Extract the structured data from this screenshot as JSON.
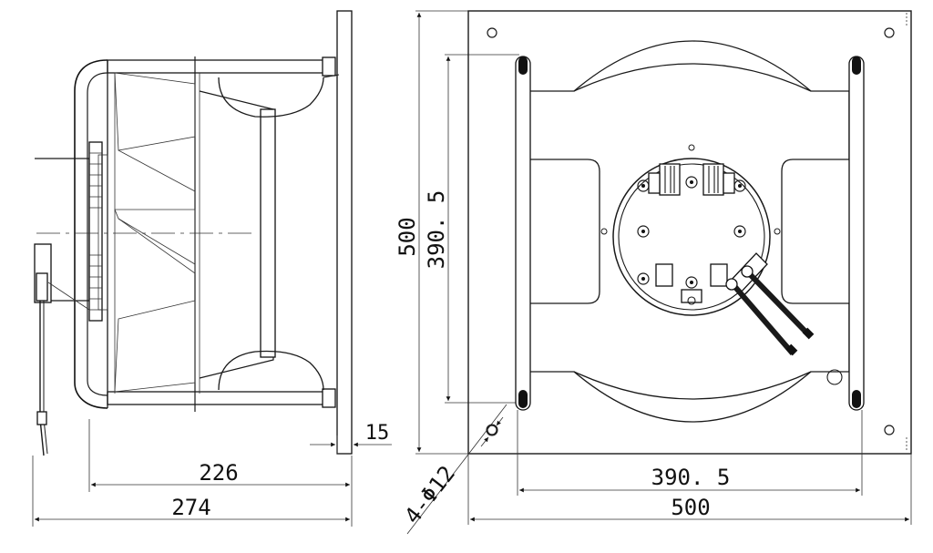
{
  "dimensions": {
    "side_depth_total": "274",
    "side_depth_body": "226",
    "flange_thickness": "15",
    "plate_height": "500",
    "hole_spacing_vertical": "390. 5",
    "hole_spacing_horizontal": "390. 5",
    "plate_width": "500",
    "mounting_holes": "4-Φ12"
  },
  "colors": {
    "line": "#1a1a1a",
    "background": "#ffffff"
  }
}
